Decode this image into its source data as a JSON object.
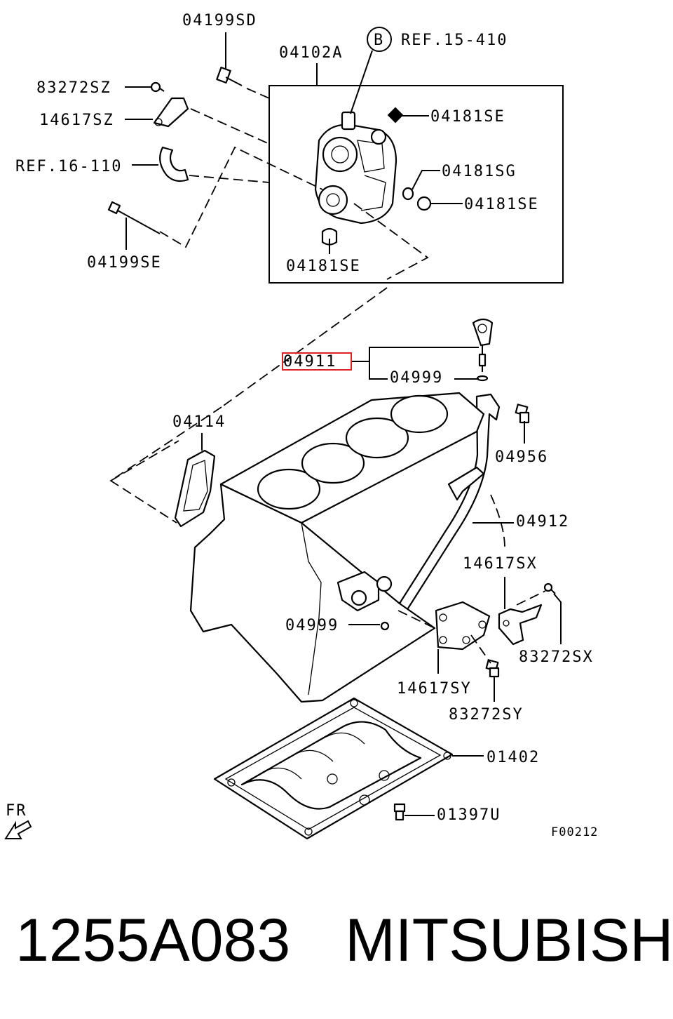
{
  "labels": {
    "p04199SD": "04199SD",
    "p04102A": "04102A",
    "refB_circle": "B",
    "ref15_410": "REF.15-410",
    "p83272SZ": "83272SZ",
    "p14617SZ": "14617SZ",
    "p04181SE_a": "04181SE",
    "ref16_110": "REF.16-110",
    "p04181SG": "04181SG",
    "p04181SE_b": "04181SE",
    "p04199SE": "04199SE",
    "p04181SE_c": "04181SE",
    "p04911": "04911",
    "p04999_a": "04999",
    "p04114": "04114",
    "p04956": "04956",
    "p04912": "04912",
    "p14617SX": "14617SX",
    "p04999_b": "04999",
    "p83272SX": "83272SX",
    "p14617SY": "14617SY",
    "p83272SY": "83272SY",
    "p01402": "01402",
    "p01397U": "01397U",
    "fr": "FR",
    "figure_code": "F00212"
  },
  "highlight_color": "#e02020",
  "caption": {
    "part_number": "1255A083",
    "brand": "MITSUBISHI"
  }
}
